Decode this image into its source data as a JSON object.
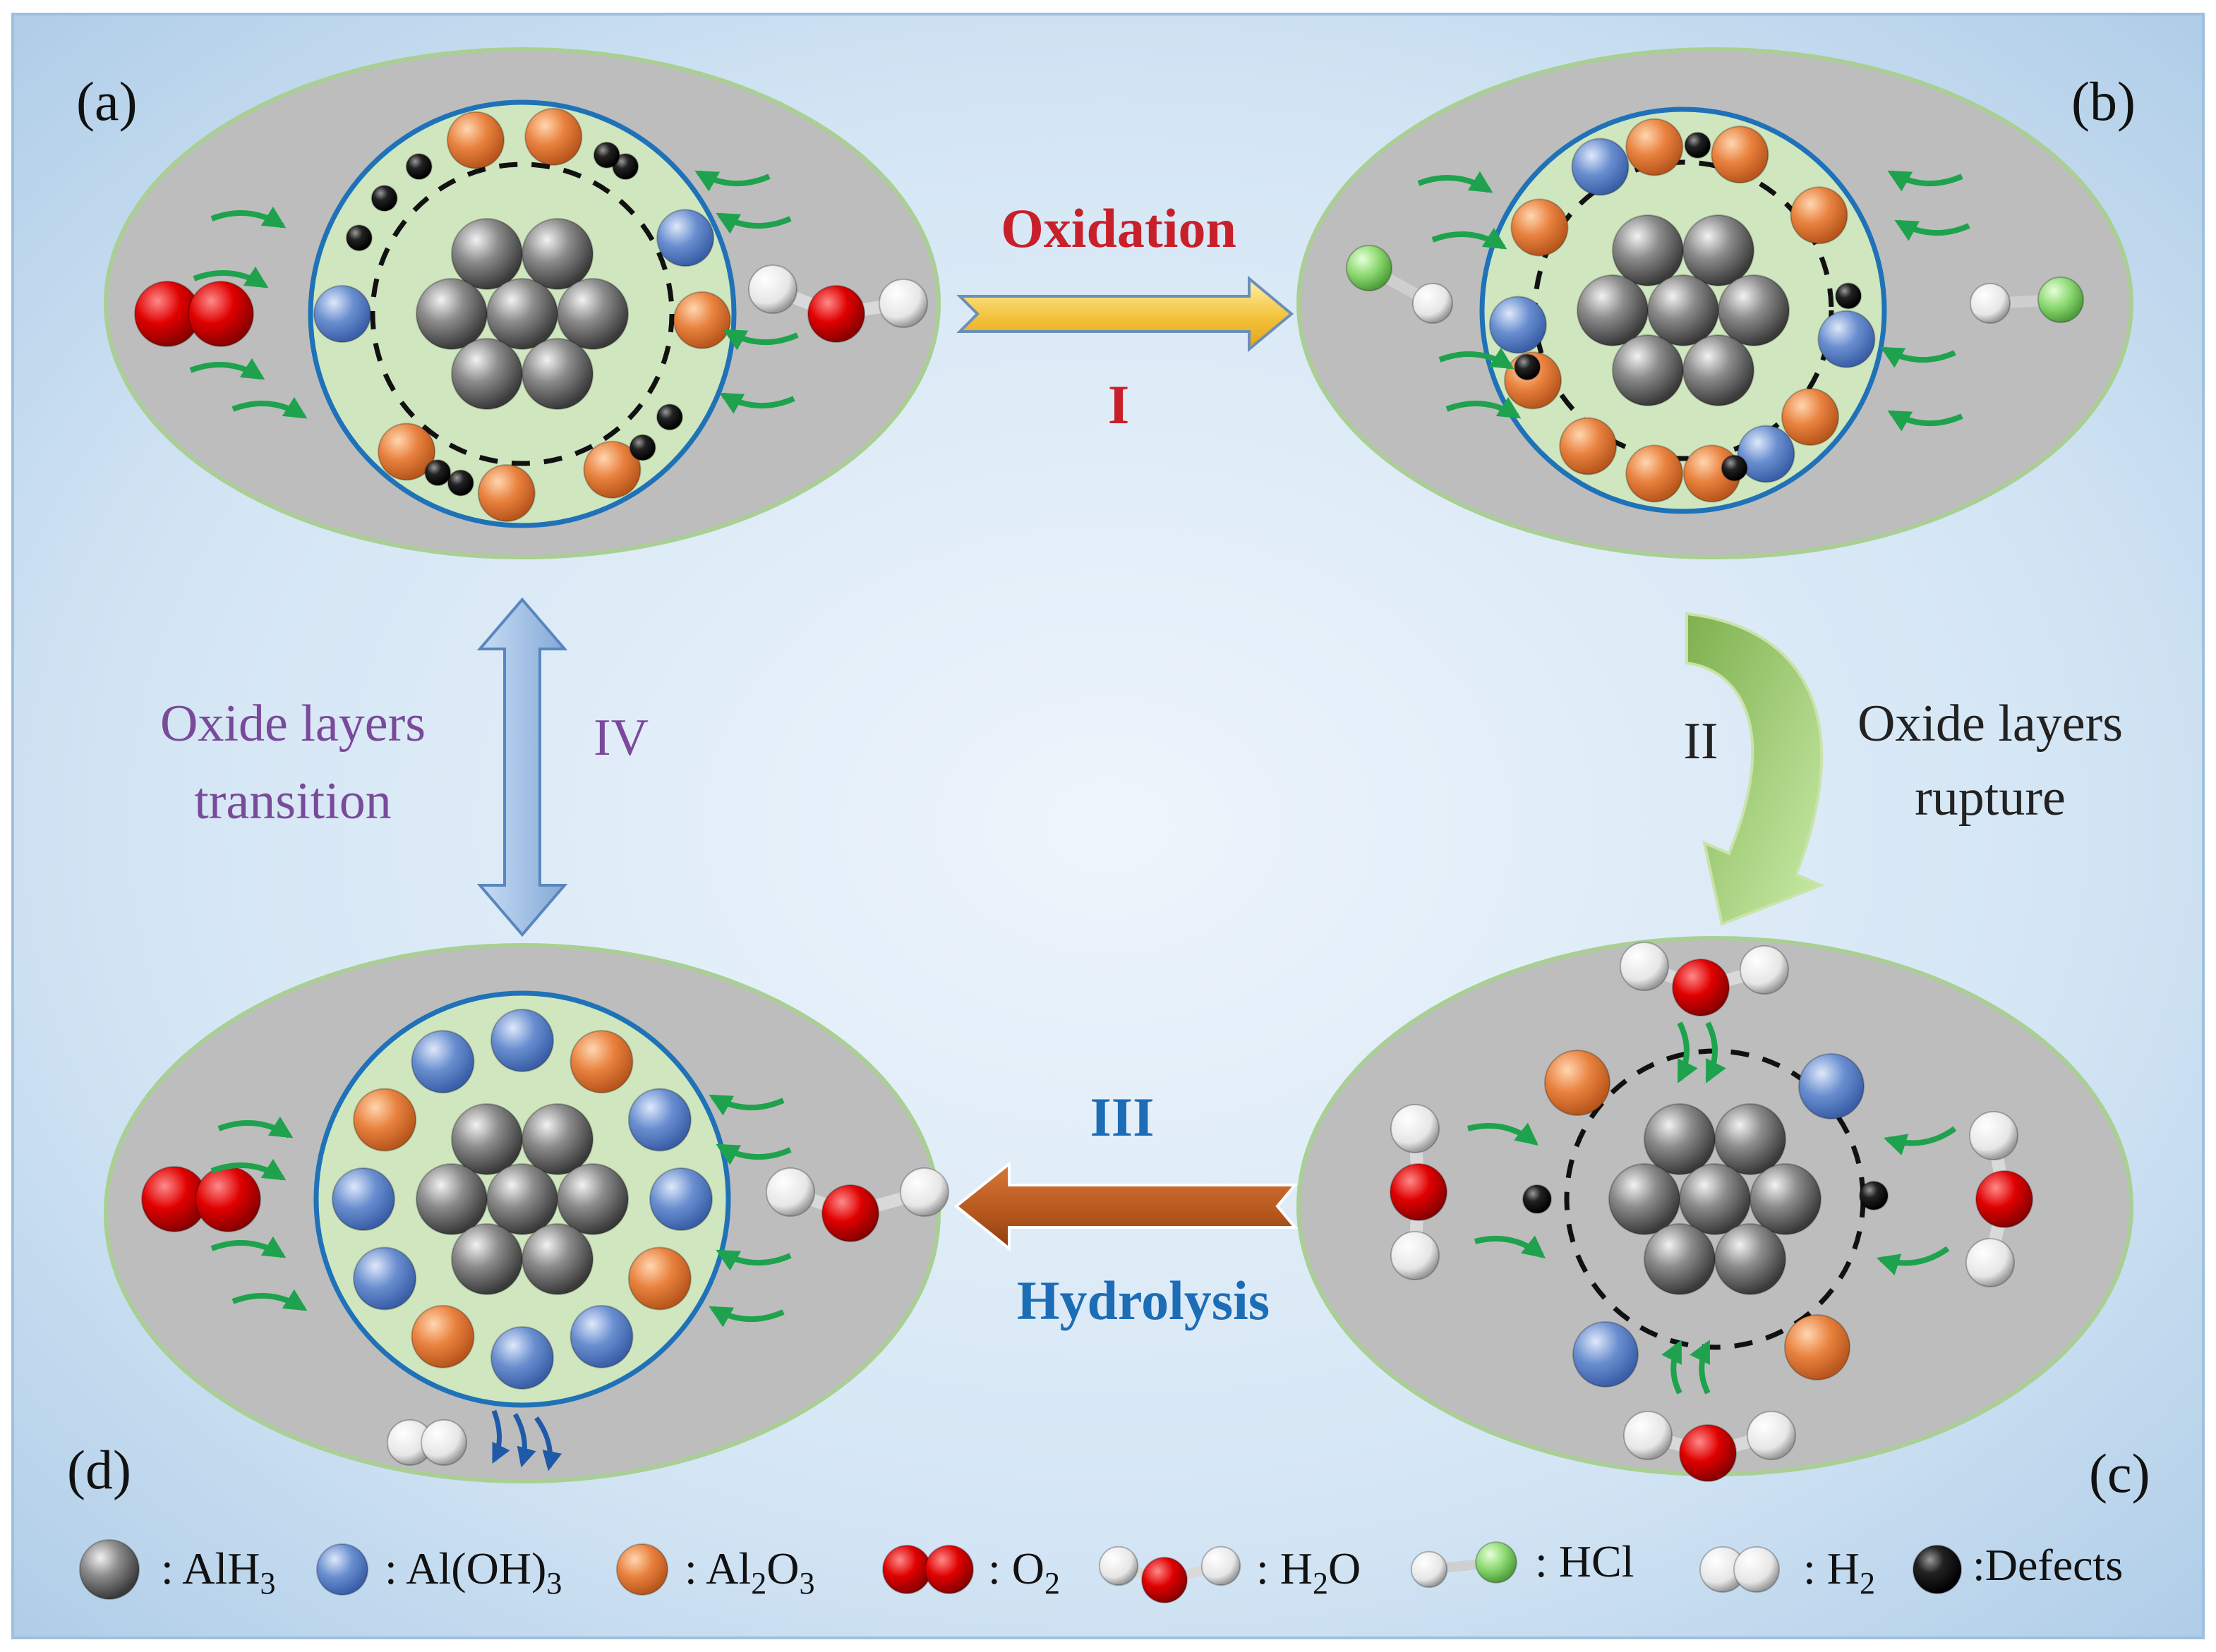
{
  "panels": {
    "a": "(a)",
    "b": "(b)",
    "c": "(c)",
    "d": "(d)"
  },
  "steps": {
    "oxidation": "Oxidation",
    "step1": "I",
    "step2": "II",
    "rupture_line1": "Oxide layers",
    "rupture_line2": "rupture",
    "step3": "III",
    "hydrolysis": "Hydrolysis",
    "step4": "IV",
    "transition_line1": "Oxide layers",
    "transition_line2": "transition"
  },
  "legend": {
    "alh3": ": AlH",
    "alh3_sub": "3",
    "aloh3": ": Al(OH)",
    "aloh3_sub": "3",
    "al2o3_a": ": Al",
    "al2o3_sub1": "2",
    "al2o3_b": "O",
    "al2o3_sub2": "3",
    "o2": ": O",
    "o2_sub": "2",
    "h2o_a": ": H",
    "h2o_sub": "2",
    "h2o_b": "O",
    "hcl": ": HCl",
    "h2": ": H",
    "h2_sub": "2",
    "defects": ":Defects"
  },
  "colors": {
    "background_edge": "#a9c9e6",
    "background_center": "#eaf3fb",
    "ellipse_fill": "#bdbdbd",
    "ellipse_stroke": "#a9cf94",
    "shell_fill": "#cfe6bf",
    "shell_stroke": "#1f72b8",
    "alh3": "#7a7a7a",
    "aloh3": "#5b82c6",
    "al2o3": "#e07b39",
    "oxygen": "#dd0000",
    "hydrogen": "#ffffff",
    "chlorine": "#86d66e",
    "defect": "#111111",
    "flow_arrow": "#1ea24d",
    "step1_text": "#c8202a",
    "step3_text": "#1c6db6",
    "step4_text": "#7a4a9a",
    "arrow_oxidation": "#f4c542",
    "arrow_rupture": "#a8d88a",
    "arrow_hydrolysis": "#b8561c",
    "arrow_transition": "#a9c6e8",
    "h2_release_arrow": "#1f5aa8"
  }
}
